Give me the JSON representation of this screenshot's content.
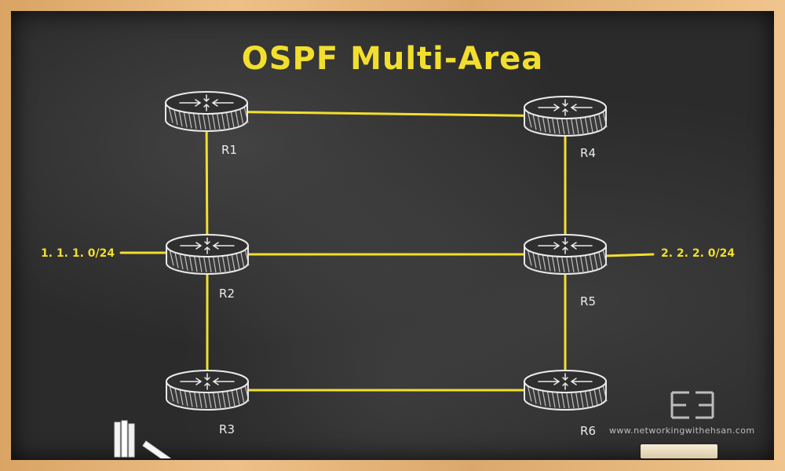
{
  "title": "OSPF Multi-Area",
  "routers": [
    {
      "id": "R1",
      "label": "R1"
    },
    {
      "id": "R2",
      "label": "R2"
    },
    {
      "id": "R3",
      "label": "R3"
    },
    {
      "id": "R4",
      "label": "R4"
    },
    {
      "id": "R5",
      "label": "R5"
    },
    {
      "id": "R6",
      "label": "R6"
    }
  ],
  "links": [
    {
      "from": "R1",
      "to": "R4"
    },
    {
      "from": "R1",
      "to": "R2"
    },
    {
      "from": "R2",
      "to": "R3"
    },
    {
      "from": "R2",
      "to": "R5"
    },
    {
      "from": "R3",
      "to": "R6"
    },
    {
      "from": "R4",
      "to": "R5"
    },
    {
      "from": "R5",
      "to": "R6"
    }
  ],
  "networks": [
    {
      "attached_to": "R2",
      "label": "1. 1. 1. 0/24"
    },
    {
      "attached_to": "R5",
      "label": "2. 2. 2. 0/24"
    }
  ],
  "website": "www.networkingwithehsan.com",
  "colors": {
    "chalk_yellow": "#f2de2e",
    "chalk_white": "#ececec",
    "board": "#2b2b2b",
    "frame": "#e3b47a"
  }
}
